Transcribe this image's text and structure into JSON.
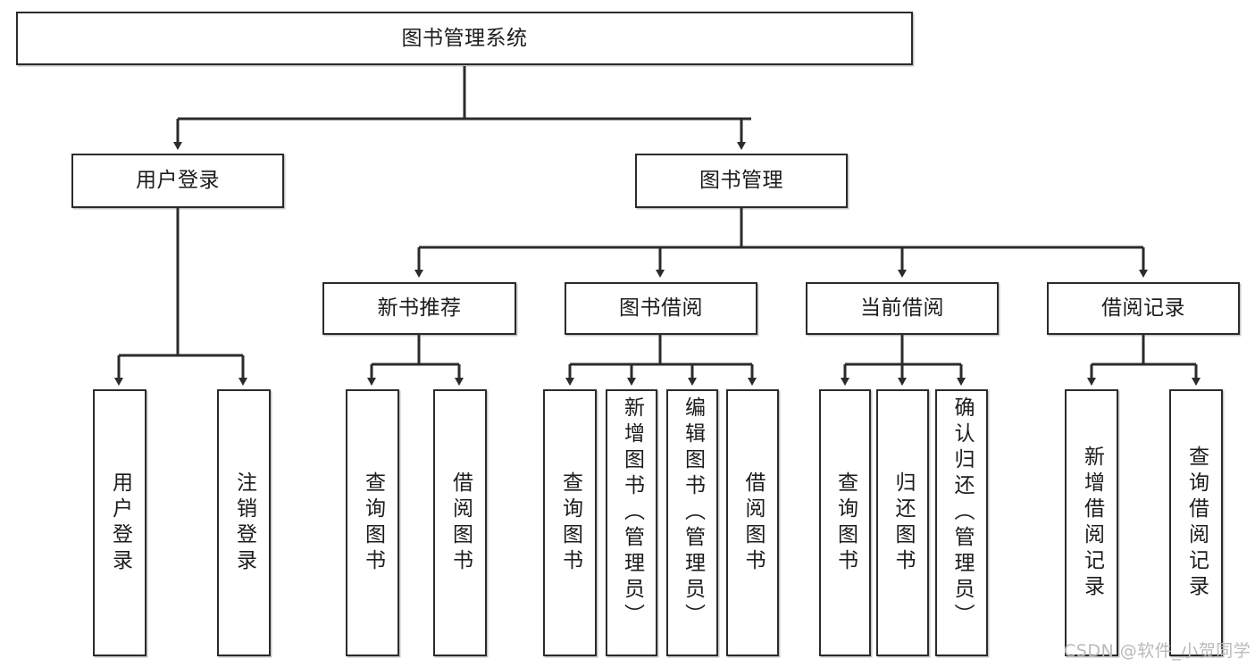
{
  "diagram": {
    "title": "图书管理系统",
    "watermark": "CSDN @软件_小贺同学",
    "line_color": "#2b2b2b",
    "box_fill": "#ffffff",
    "text_color": "#1c1c1c",
    "nodes": {
      "root": {
        "label": "图书管理系统"
      },
      "level2": [
        {
          "label": "用户登录"
        },
        {
          "label": "图书管理"
        }
      ],
      "level3": [
        {
          "label": "新书推荐"
        },
        {
          "label": "图书借阅"
        },
        {
          "label": "当前借阅"
        },
        {
          "label": "借阅记录"
        }
      ],
      "leaves_user_login": [
        {
          "label": "用户登录"
        },
        {
          "label": "注销登录"
        }
      ],
      "leaves_new_book": [
        {
          "label": "查询图书"
        },
        {
          "label": "借阅图书"
        }
      ],
      "leaves_borrow": [
        {
          "label": "查询图书"
        },
        {
          "label": "新增图书（管理员）"
        },
        {
          "label": "编辑图书（管理员）"
        },
        {
          "label": "借阅图书"
        }
      ],
      "leaves_current": [
        {
          "label": "查询图书"
        },
        {
          "label": "归还图书"
        },
        {
          "label": "确认归还（管理员）"
        }
      ],
      "leaves_record": [
        {
          "label": "新增借阅记录"
        },
        {
          "label": "查询借阅记录"
        }
      ]
    }
  }
}
